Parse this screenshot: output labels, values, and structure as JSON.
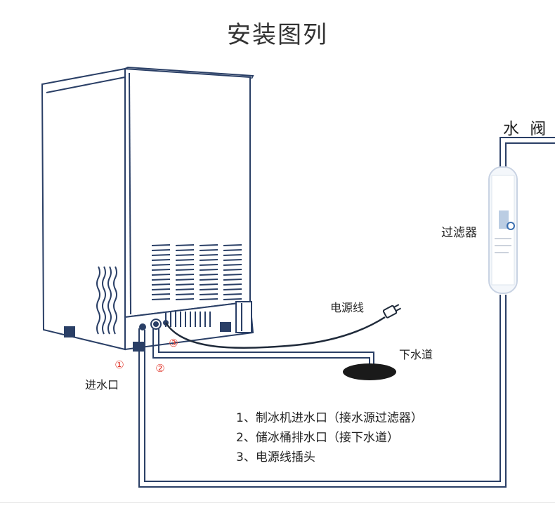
{
  "title": "安装图列",
  "labels": {
    "valve": "水 阀",
    "filter": "过滤器",
    "power_cord": "电源线",
    "drain": "下水道",
    "inlet": "进水口"
  },
  "markers": [
    "①",
    "②",
    "③"
  ],
  "legend": [
    "1、制冰机进水口（接水源过滤器）",
    "2、储冰桶排水口（接下水道）",
    "3、电源线插头"
  ],
  "colors": {
    "outline": "#2a3f66",
    "marker": "#e03a2f",
    "drain_fill": "#1a1a1a"
  }
}
